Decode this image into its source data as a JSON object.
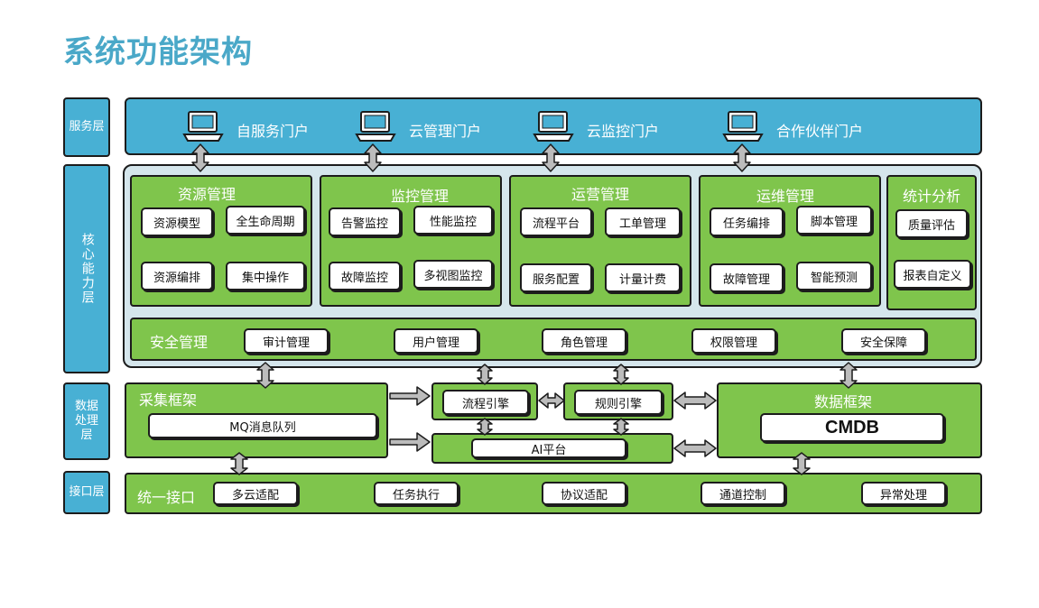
{
  "title": "系统功能架构",
  "layers": {
    "service": "服务层",
    "core": "核心能力层",
    "data_processing": "数据处理层",
    "interface": "接口层"
  },
  "portals": [
    "自服务门户",
    "云管理门户",
    "云监控门户",
    "合作伙伴门户"
  ],
  "core_modules": [
    {
      "title": "资源管理",
      "items": [
        "资源模型",
        "全生命周期",
        "资源编排",
        "集中操作"
      ]
    },
    {
      "title": "监控管理",
      "items": [
        "告警监控",
        "性能监控",
        "故障监控",
        "多视图监控"
      ]
    },
    {
      "title": "运营管理",
      "items": [
        "流程平台",
        "工单管理",
        "服务配置",
        "计量计费"
      ]
    },
    {
      "title": "运维管理",
      "items": [
        "任务编排",
        "脚本管理",
        "故障管理",
        "智能预测"
      ]
    },
    {
      "title": "统计分析",
      "items": [
        "质量评估",
        "报表自定义"
      ]
    }
  ],
  "security": {
    "title": "安全管理",
    "items": [
      "审计管理",
      "用户管理",
      "角色管理",
      "权限管理",
      "安全保障"
    ]
  },
  "data_layer": {
    "collect_title": "采集框架",
    "mq": "MQ消息队列",
    "flow_engine": "流程引擎",
    "rule_engine": "规则引擎",
    "ai_platform": "AI平台",
    "data_title": "数据框架",
    "cmdb": "CMDB"
  },
  "interface": {
    "title": "统一接口",
    "items": [
      "多云适配",
      "任务执行",
      "协议适配",
      "通道控制",
      "异常处理"
    ]
  },
  "icons": [
    "laptop-icon",
    "double-arrow-icon"
  ],
  "colors": {
    "title": "#4aa8c8",
    "blue": "#48b0d4",
    "green": "#7fc54c",
    "core_bg": "#d5e6ec",
    "outline": "#1c1c1c"
  }
}
